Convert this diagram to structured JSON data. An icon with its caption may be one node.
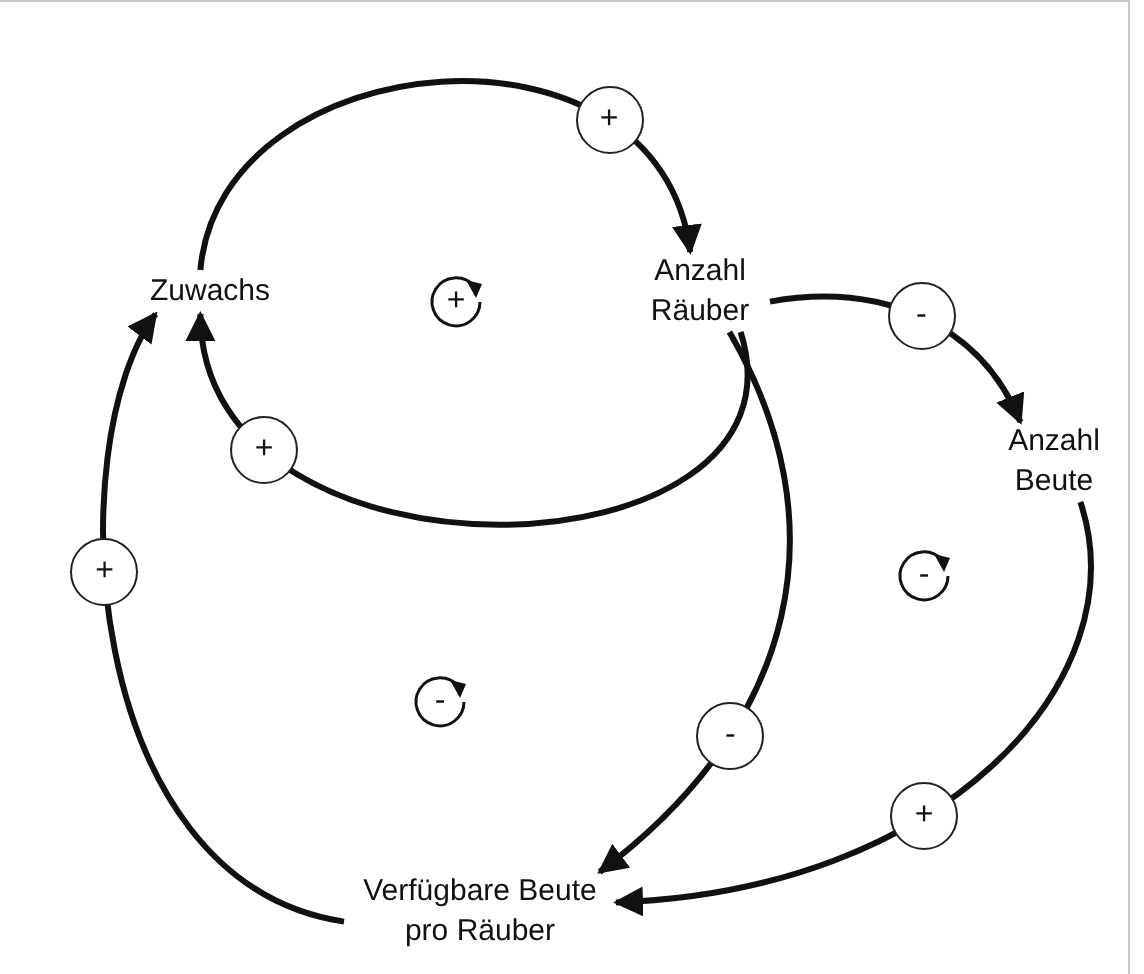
{
  "diagram": {
    "nodes": [
      {
        "text": [
          "Zuwachs"
        ]
      },
      {
        "text": [
          "Anzahl Räuber"
        ]
      },
      {
        "text": [
          "Anzahl Beute"
        ]
      },
      {
        "text": [
          "Verfügbare Beute pro Räuber"
        ]
      }
    ],
    "edges": [
      {
        "from": 0,
        "to": 1,
        "arrow": "to",
        "label": "+"
      },
      {
        "from": 1,
        "to": 0,
        "arrow": "to",
        "label": "+"
      },
      {
        "from": 1,
        "to": 2,
        "arrow": "to",
        "label": "-"
      },
      {
        "from": 1,
        "to": 3,
        "arrow": "to",
        "label": "-"
      },
      {
        "from": 2,
        "to": 3,
        "arrow": "to",
        "label": "+"
      },
      {
        "from": 3,
        "to": 0,
        "arrow": "to",
        "label": "+"
      }
    ],
    "labels": [
      "+",
      "-",
      "-"
    ]
  }
}
